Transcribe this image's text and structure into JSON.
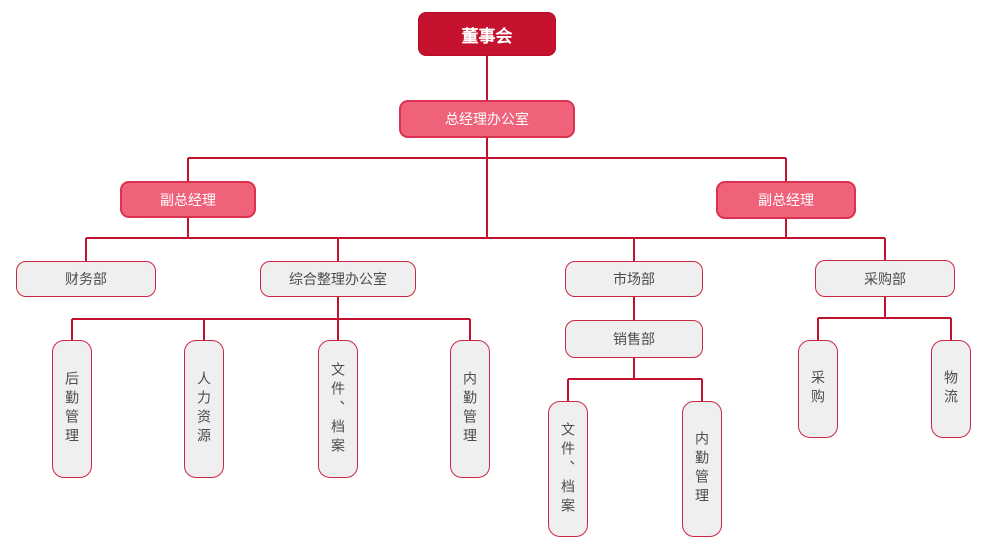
{
  "diagram": {
    "type": "org-chart",
    "colors": {
      "root_fill": "#C4122F",
      "root_text": "#FFFFFF",
      "exec_fill": "#F0627A",
      "exec_border": "#DA3150",
      "exec_text": "#FFFFFF",
      "dept_fill": "#EFEFEF",
      "dept_border": "#CE2742",
      "dept_text": "#4D4D4D",
      "connector_line": "#C1112E"
    },
    "nodes": {
      "board": {
        "label": "董事会"
      },
      "gm_office": {
        "label": "总经理办公室"
      },
      "deputy_gm_left": {
        "label": "副总经理"
      },
      "deputy_gm_right": {
        "label": "副总经理"
      },
      "finance_dept": {
        "label": "财务部"
      },
      "general_office": {
        "label": "综合整理办公室"
      },
      "marketing_dept": {
        "label": "市场部"
      },
      "procurement_dept": {
        "label": "采购部"
      },
      "sales_dept": {
        "label": "销售部"
      },
      "logistics_mgmt": {
        "label": "后勤管理"
      },
      "hr": {
        "label": "人力资源"
      },
      "docs_archives_admin": {
        "label": "文件、档案"
      },
      "internal_mgmt_admin": {
        "label": "内勤管理"
      },
      "docs_archives_sales": {
        "label": "文件、档案"
      },
      "internal_mgmt_sales": {
        "label": "内勤管理"
      },
      "procurement": {
        "label": "采购"
      },
      "logistics": {
        "label": "物流"
      }
    },
    "edges": [
      {
        "from": "board",
        "to": "gm_office"
      },
      {
        "from": "gm_office",
        "to": "deputy_gm_left"
      },
      {
        "from": "gm_office",
        "to": "deputy_gm_right"
      },
      {
        "from": "deputy_gm_left",
        "to": "finance_dept"
      },
      {
        "from": "deputy_gm_left",
        "to": "general_office"
      },
      {
        "from": "deputy_gm_right",
        "to": "marketing_dept"
      },
      {
        "from": "deputy_gm_right",
        "to": "procurement_dept"
      },
      {
        "from": "general_office",
        "to": "logistics_mgmt"
      },
      {
        "from": "general_office",
        "to": "hr"
      },
      {
        "from": "general_office",
        "to": "docs_archives_admin"
      },
      {
        "from": "general_office",
        "to": "internal_mgmt_admin"
      },
      {
        "from": "marketing_dept",
        "to": "sales_dept"
      },
      {
        "from": "sales_dept",
        "to": "docs_archives_sales"
      },
      {
        "from": "sales_dept",
        "to": "internal_mgmt_sales"
      },
      {
        "from": "procurement_dept",
        "to": "procurement"
      },
      {
        "from": "procurement_dept",
        "to": "logistics"
      }
    ]
  }
}
